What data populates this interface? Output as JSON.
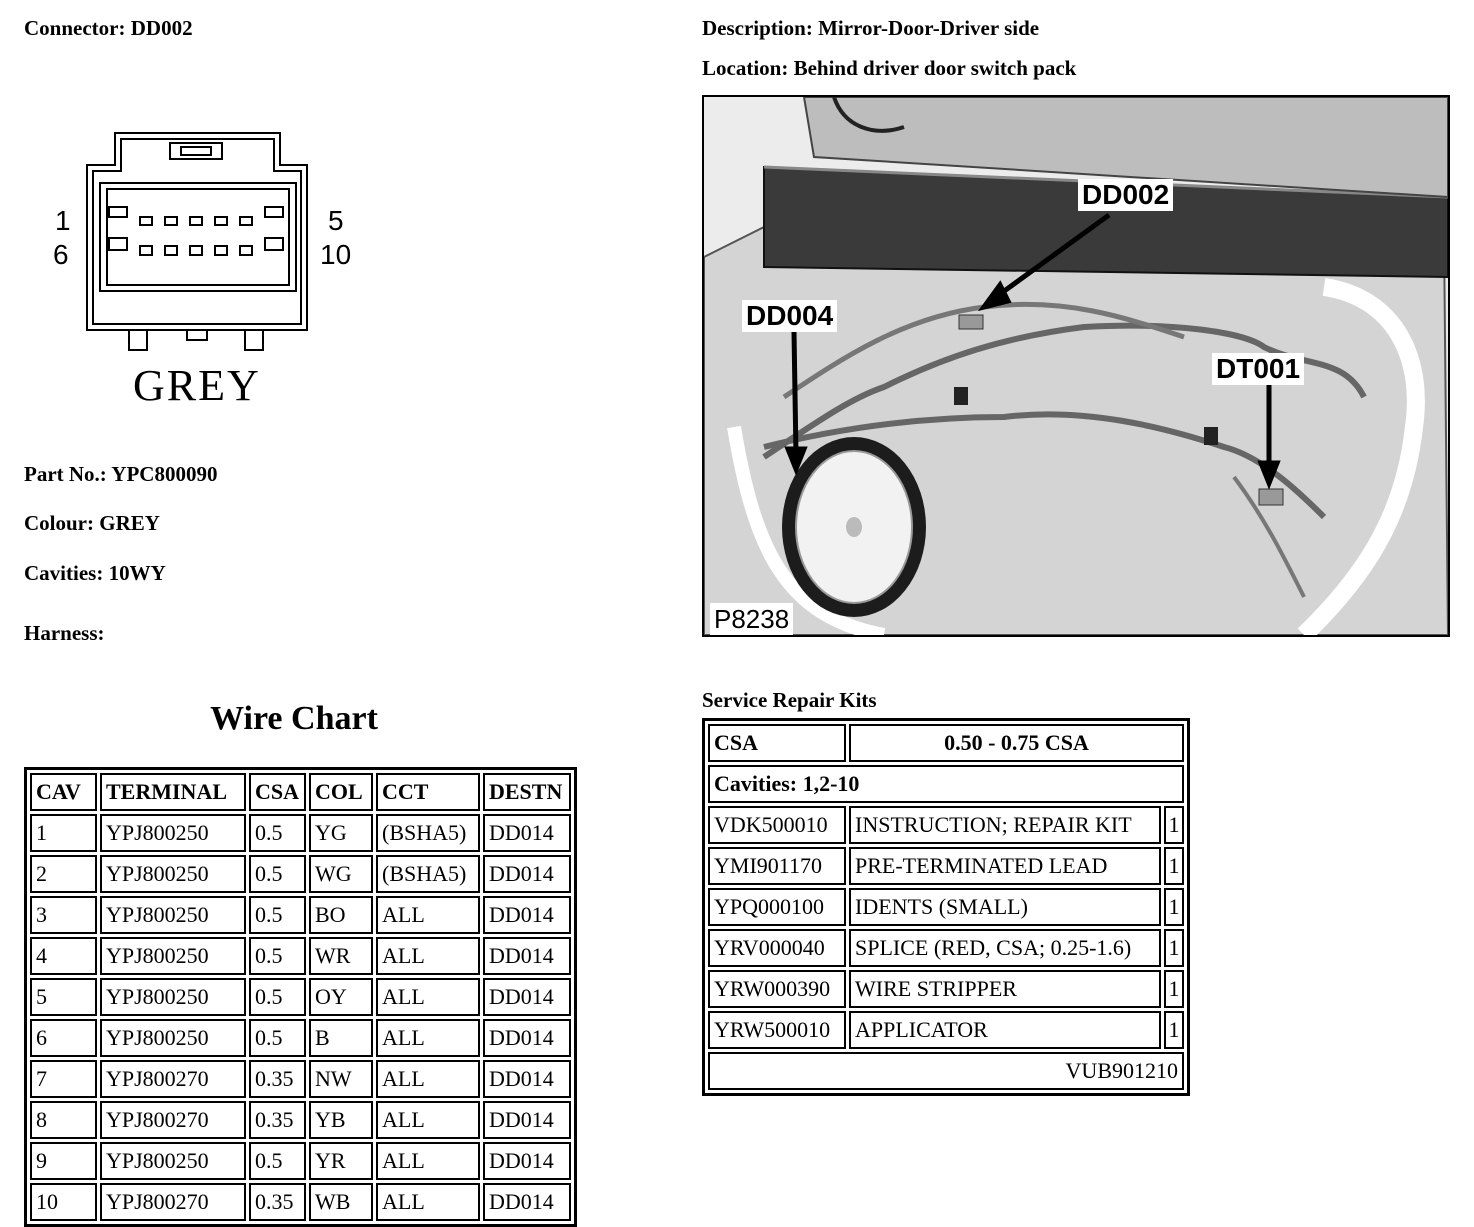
{
  "header": {
    "connector_label": "Connector:",
    "connector_value": "DD002",
    "description_label": "Description:",
    "description_value": "Mirror-Door-Driver side",
    "location_label": "Location:",
    "location_value": "Behind driver door switch pack"
  },
  "connector_diagram": {
    "pin_top_left": "1",
    "pin_bottom_left": "6",
    "pin_top_right": "5",
    "pin_bottom_right": "10",
    "colour_text": "GREY"
  },
  "details": {
    "part_label": "Part No.:",
    "part_value": "YPC800090",
    "colour_label": "Colour:",
    "colour_value": "GREY",
    "cavities_label": "Cavities:",
    "cavities_value": "10WY",
    "harness_label": "Harness:"
  },
  "wire_chart": {
    "title": "Wire Chart",
    "headers": [
      "CAV",
      "TERMINAL",
      "CSA",
      "COL",
      "CCT",
      "DESTN"
    ],
    "rows": [
      [
        "1",
        "YPJ800250",
        "0.5",
        "YG",
        "(BSHA5)",
        "DD014"
      ],
      [
        "2",
        "YPJ800250",
        "0.5",
        "WG",
        "(BSHA5)",
        "DD014"
      ],
      [
        "3",
        "YPJ800250",
        "0.5",
        "BO",
        "ALL",
        "DD014"
      ],
      [
        "4",
        "YPJ800250",
        "0.5",
        "WR",
        "ALL",
        "DD014"
      ],
      [
        "5",
        "YPJ800250",
        "0.5",
        "OY",
        "ALL",
        "DD014"
      ],
      [
        "6",
        "YPJ800250",
        "0.5",
        "B",
        "ALL",
        "DD014"
      ],
      [
        "7",
        "YPJ800270",
        "0.35",
        "NW",
        "ALL",
        "DD014"
      ],
      [
        "8",
        "YPJ800270",
        "0.35",
        "YB",
        "ALL",
        "DD014"
      ],
      [
        "9",
        "YPJ800250",
        "0.5",
        "YR",
        "ALL",
        "DD014"
      ],
      [
        "10",
        "YPJ800270",
        "0.35",
        "WB",
        "ALL",
        "DD014"
      ]
    ]
  },
  "picture": {
    "callout_dd002": "DD002",
    "callout_dd004": "DD004",
    "callout_dt001": "DT001",
    "ref": "P8238"
  },
  "service_kits": {
    "title": "Service Repair Kits",
    "csa_label": "CSA",
    "csa_value": "0.50 - 0.75 CSA",
    "cavities": "Cavities: 1,2-10",
    "items": [
      {
        "code": "VDK500010",
        "desc": "INSTRUCTION; REPAIR KIT",
        "qty": "1"
      },
      {
        "code": "YMI901170",
        "desc": "PRE-TERMINATED LEAD",
        "qty": "1"
      },
      {
        "code": "YPQ000100",
        "desc": "IDENTS (SMALL)",
        "qty": "1"
      },
      {
        "code": "YRV000040",
        "desc": "SPLICE (RED, CSA; 0.25-1.6)",
        "qty": "1"
      },
      {
        "code": "YRW000390",
        "desc": "WIRE STRIPPER",
        "qty": "1"
      },
      {
        "code": "YRW500010",
        "desc": "APPLICATOR",
        "qty": "1"
      }
    ],
    "footer_code": "VUB901210"
  }
}
